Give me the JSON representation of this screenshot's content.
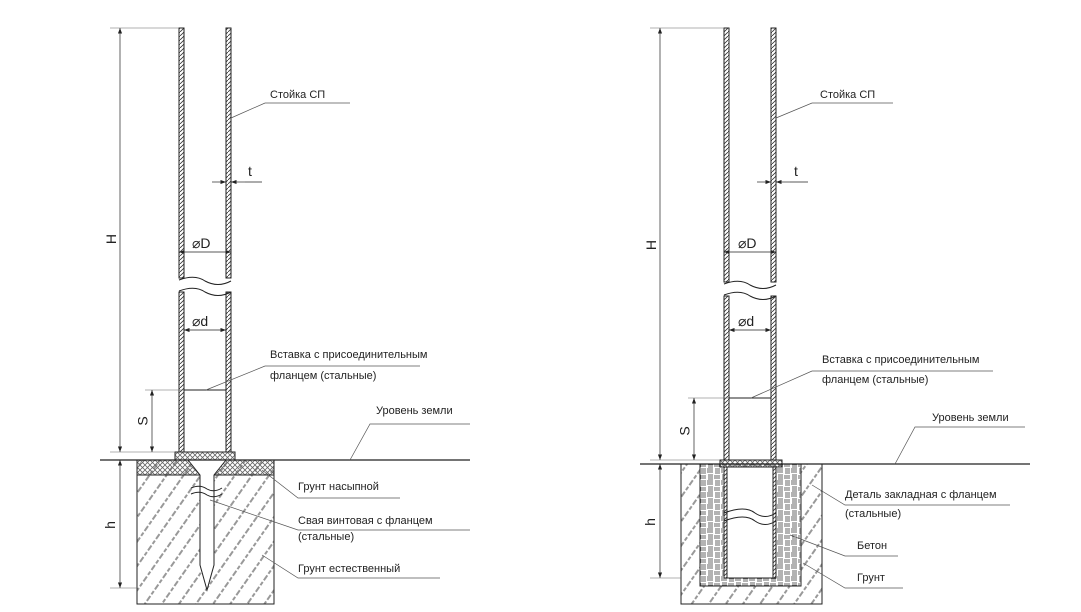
{
  "left": {
    "title_post": "Стойка СП",
    "thickness": "t",
    "outer_diameter": "⌀D",
    "inner_diameter": "⌀d",
    "insert_line1": "Вставка с присоединительным",
    "insert_line2": "фланцем (стальные)",
    "ground_level": "Уровень земли",
    "fill_soil": "Грунт насыпной",
    "pile_line1": "Свая винтовая с фланцем",
    "pile_line2": "(стальные)",
    "natural_soil": "Грунт естественный",
    "dim_H": "H",
    "dim_S": "S",
    "dim_h": "h"
  },
  "right": {
    "title_post": "Стойка СП",
    "thickness": "t",
    "outer_diameter": "⌀D",
    "inner_diameter": "⌀d",
    "insert_line1": "Вставка с присоединительным",
    "insert_line2": "фланцем (стальные)",
    "ground_level": "Уровень земли",
    "embed_line1": "Деталь закладная с фланцем",
    "embed_line2": "(стальные)",
    "concrete": "Бетон",
    "soil": "Грунт",
    "dim_H": "H",
    "dim_S": "S",
    "dim_h": "h"
  }
}
